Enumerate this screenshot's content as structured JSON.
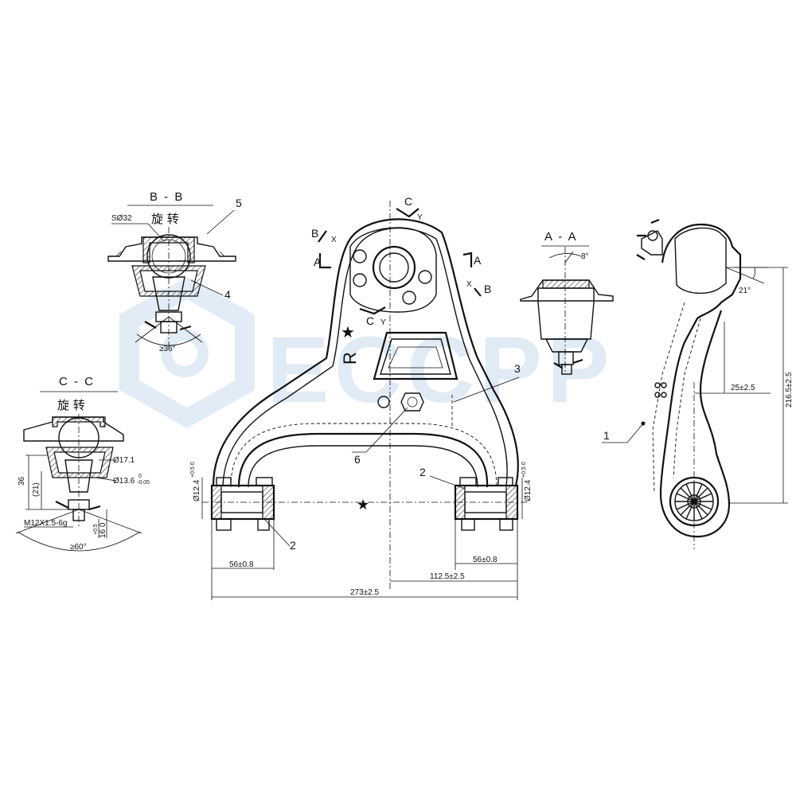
{
  "watermark": {
    "text": "ECCPP",
    "color": "#c9dcef"
  },
  "sections": {
    "bb": {
      "title": "B - B",
      "subtitle": "旋  转",
      "sphere": "SØ32",
      "angle": "≥36°",
      "part5": "5",
      "part4": "4"
    },
    "cc": {
      "title": "C - C",
      "subtitle": "旋  转",
      "d1": "Ø17.1",
      "d2": "Ø13.6",
      "d2tol": "-0.05",
      "d2tol0": "0",
      "h36": "36",
      "h21": "(21)",
      "thread": "M12X1.5-6g",
      "t1": "+0.5",
      "t1b": "16 0",
      "angle": "≥60°"
    },
    "aa": {
      "title": "A - A",
      "angle": "8°"
    }
  },
  "front": {
    "cut_b": "B",
    "cut_a": "A",
    "cut_x": "X",
    "cut_c": "C",
    "cut_y": "Y",
    "mark_r": "R",
    "part6": "6",
    "part3": "3",
    "part2a": "2",
    "part2b": "2",
    "bore_l": "Ø12.4",
    "bore_l_tol": "+0.5 0",
    "bore_r": "Ø12.4",
    "bore_r_tol": "+0.5 0",
    "dim_56a": "56±0.8",
    "dim_56b": "56±0.8",
    "dim_112": "112.5±2.5",
    "dim_273": "273±2.5"
  },
  "side": {
    "part1": "1",
    "angle": "21°",
    "dim_25": "25±2.5",
    "dim_216": "216.5±2.5"
  }
}
